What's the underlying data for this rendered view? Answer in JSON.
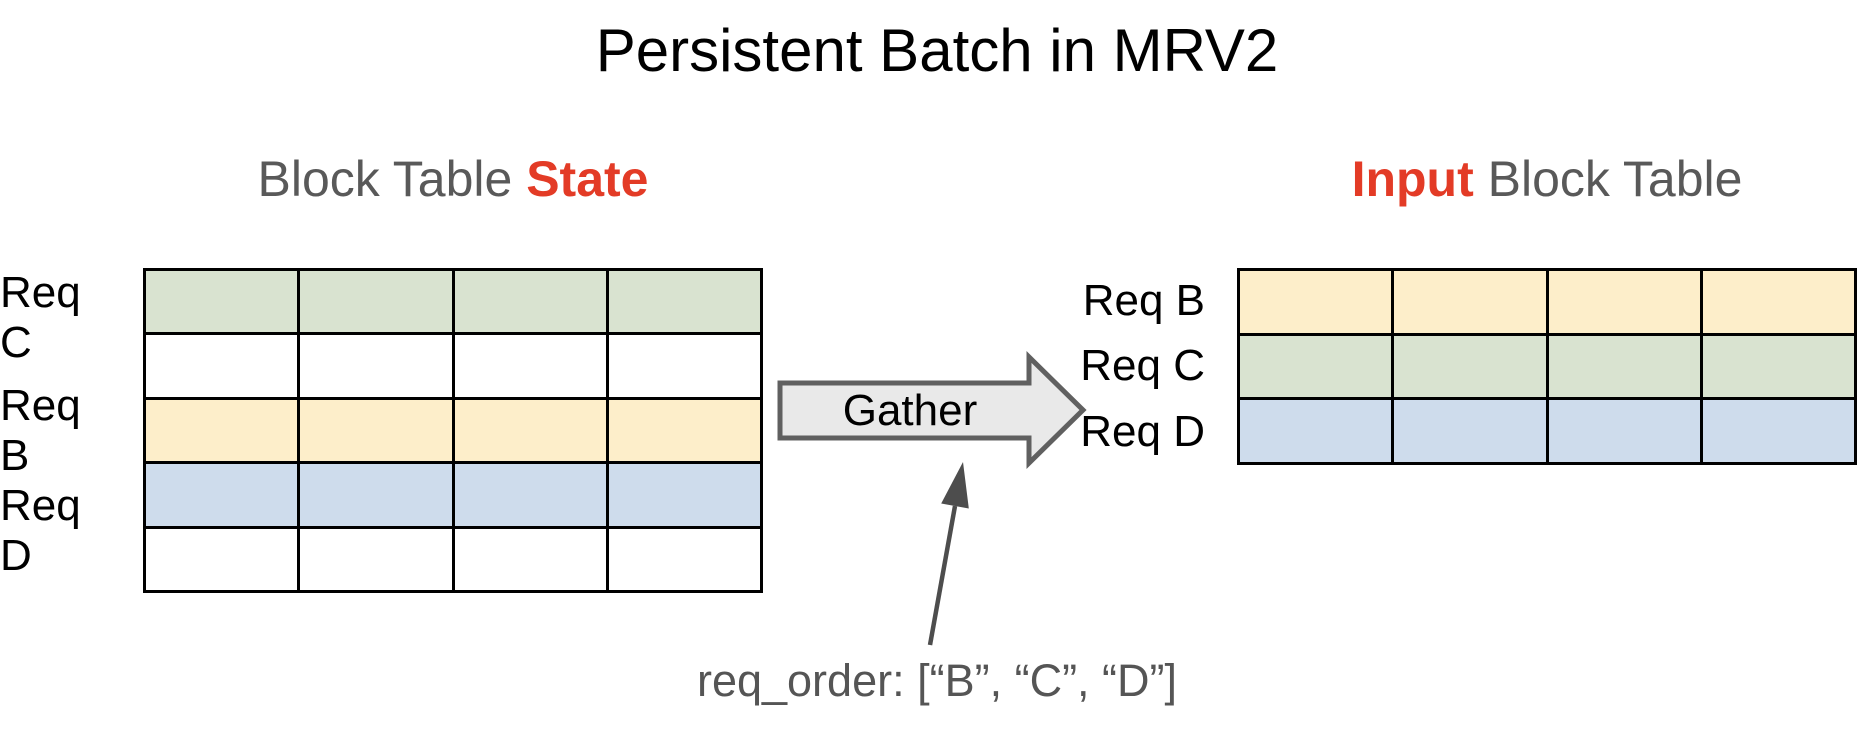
{
  "title": "Persistent Batch in MRV2",
  "left_table": {
    "heading": {
      "prefix": "Block Table ",
      "highlight": "State"
    },
    "columns": 4,
    "rows": [
      {
        "label": "Req C",
        "color": "green"
      },
      {
        "label": "",
        "color": "white"
      },
      {
        "label": "Req B",
        "color": "yellow"
      },
      {
        "label": "Req D",
        "color": "blue"
      },
      {
        "label": "",
        "color": "white"
      }
    ]
  },
  "right_table": {
    "heading": {
      "highlight": "Input",
      "suffix": " Block Table"
    },
    "columns": 4,
    "rows": [
      {
        "label": "Req B",
        "color": "yellow"
      },
      {
        "label": "Req C",
        "color": "green"
      },
      {
        "label": "Req D",
        "color": "blue"
      }
    ]
  },
  "gather_arrow": {
    "label": "Gather"
  },
  "annotation": {
    "text": "req_order: [“B”, “C”, “D”]"
  },
  "colors": {
    "green": "#d9e3d0",
    "yellow": "#fdeeca",
    "blue": "#cedcec",
    "white": "#ffffff",
    "red": "#e33b26",
    "gray_text": "#595959",
    "black_text": "#000000",
    "arrow_fill": "#e9e9e9",
    "arrow_stroke": "#606060",
    "note_arrow": "#4d4d4d"
  }
}
